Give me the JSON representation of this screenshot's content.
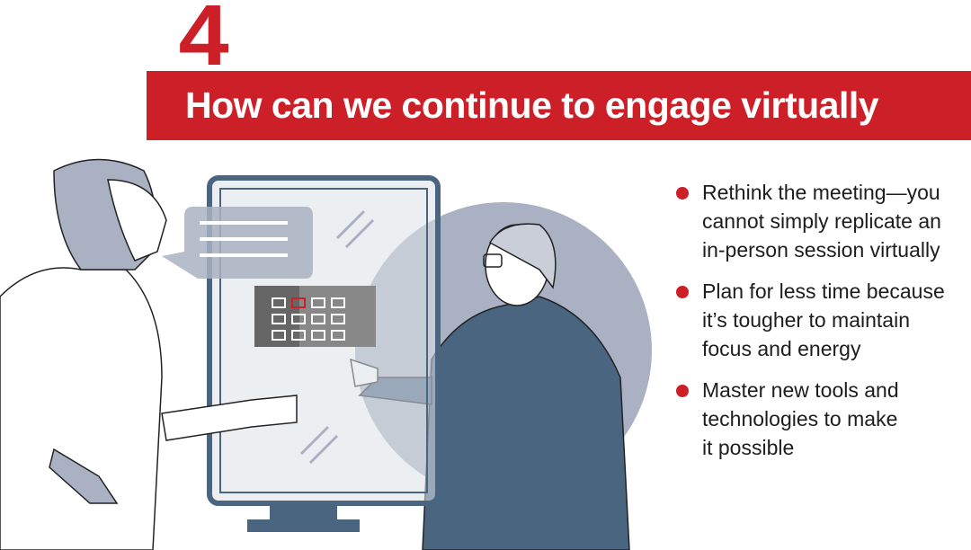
{
  "header": {
    "number": "4",
    "title": "How can we continue to engage virtually"
  },
  "bullets": [
    {
      "text": "Rethink the meeting—you\ncannot simply replicate an\nin-person session virtually"
    },
    {
      "text": "Plan for less time because\nit’s tougher to maintain\nfocus and energy"
    },
    {
      "text": "Master new tools and\ntechnologies to make\nit possible"
    }
  ],
  "colors": {
    "accent": "#CC1F27",
    "dark": "#4A6580",
    "light": "#A9B1C2"
  }
}
